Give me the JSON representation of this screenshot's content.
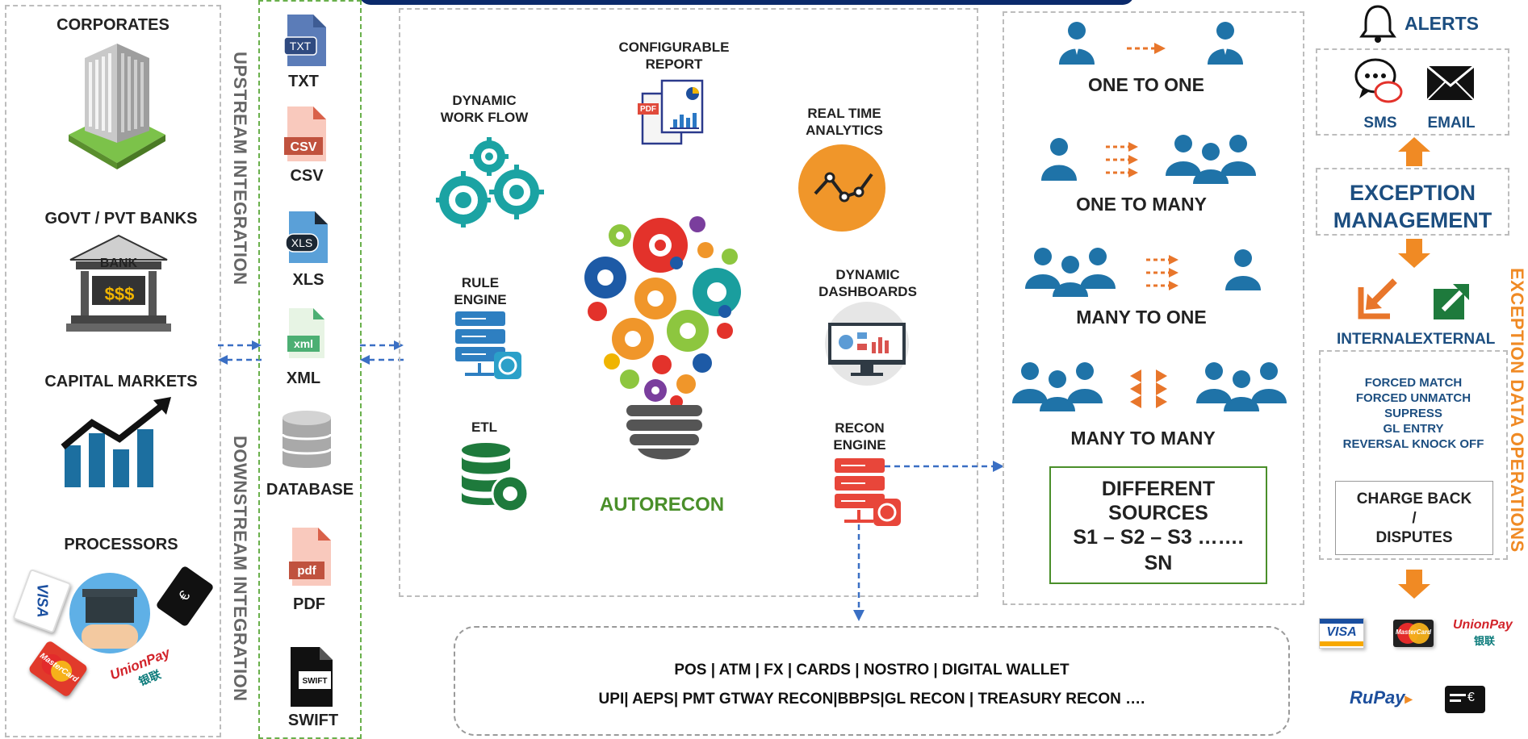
{
  "sources": {
    "corporates": "CORPORATES",
    "banks": "GOVT / PVT BANKS",
    "bank_sign": "BANK",
    "bank_money": "$$$",
    "capital_markets": "CAPITAL MARKETS",
    "processors": "PROCESSORS",
    "visa": "VISA",
    "mastercard": "MasterCard",
    "unionpay": "UnionPay",
    "unionpay_cn": "银联"
  },
  "integration": {
    "upstream": "UPSTREAM INTEGRATION",
    "downstream": "DOWNSTREAM INTEGRATION"
  },
  "formats": {
    "txt": "TXT",
    "csv": "CSV",
    "xls": "XLS",
    "xml": "XML",
    "database": "DATABASE",
    "pdf": "PDF",
    "swift": "SWIFT",
    "txt_icon": "TXT",
    "csv_icon": "CSV",
    "xls_icon": "XLS",
    "xml_icon": "xml",
    "pdf_icon": "pdf",
    "swift_icon": "SWIFT"
  },
  "features": {
    "configurable_report": "CONFIGURABLE\nREPORT",
    "dynamic_workflow": "DYNAMIC\nWORK FLOW",
    "real_time_analytics": "REAL TIME\nANALYTICS",
    "rule_engine": "RULE\nENGINE",
    "dynamic_dashboards": "DYNAMIC\nDASHBOARDS",
    "etl": "ETL",
    "recon_engine": "RECON\nENGINE",
    "pdf_tag": "PDF",
    "product": "AUTORECON"
  },
  "matching": {
    "one_to_one": "ONE TO ONE",
    "one_to_many": "ONE TO MANY",
    "many_to_one": "MANY TO ONE",
    "many_to_many": "MANY TO MANY",
    "sources_l1": "DIFFERENT",
    "sources_l2": "SOURCES",
    "sources_l3": "S1 – S2 – S3 …….",
    "sources_l4": "SN"
  },
  "bottom": {
    "line1": "POS | ATM | FX | CARDS | NOSTRO | DIGITAL WALLET",
    "line2": "UPI| AEPS| PMT GTWAY RECON|BBPS|GL RECON | TREASURY RECON …."
  },
  "right": {
    "alerts": "ALERTS",
    "sms": "SMS",
    "email": "EMAIL",
    "exception_l1": "EXCEPTION",
    "exception_l2": "MANAGEMENT",
    "internal": "INTERNAL",
    "external": "EXTERNAL",
    "ops": [
      "FORCED MATCH",
      "FORCED UNMATCH",
      "SUPRESS",
      "GL ENTRY",
      "REVERSAL KNOCK OFF"
    ],
    "charge_l1": "CHARGE BACK",
    "charge_l2": "/",
    "charge_l3": "DISPUTES",
    "side_label": "EXCEPTION DATA OPERATIONS",
    "visa": "VISA",
    "mastercard": "MasterCard",
    "unionpay": "UnionPay",
    "unionpay_cn": "银联",
    "rupay": "RuPay"
  },
  "colors": {
    "teal": "#1a9e9e",
    "orange": "#f08a24",
    "blue": "#1c4e80",
    "green": "#4a7f2a",
    "navy": "#0b2a6b"
  }
}
